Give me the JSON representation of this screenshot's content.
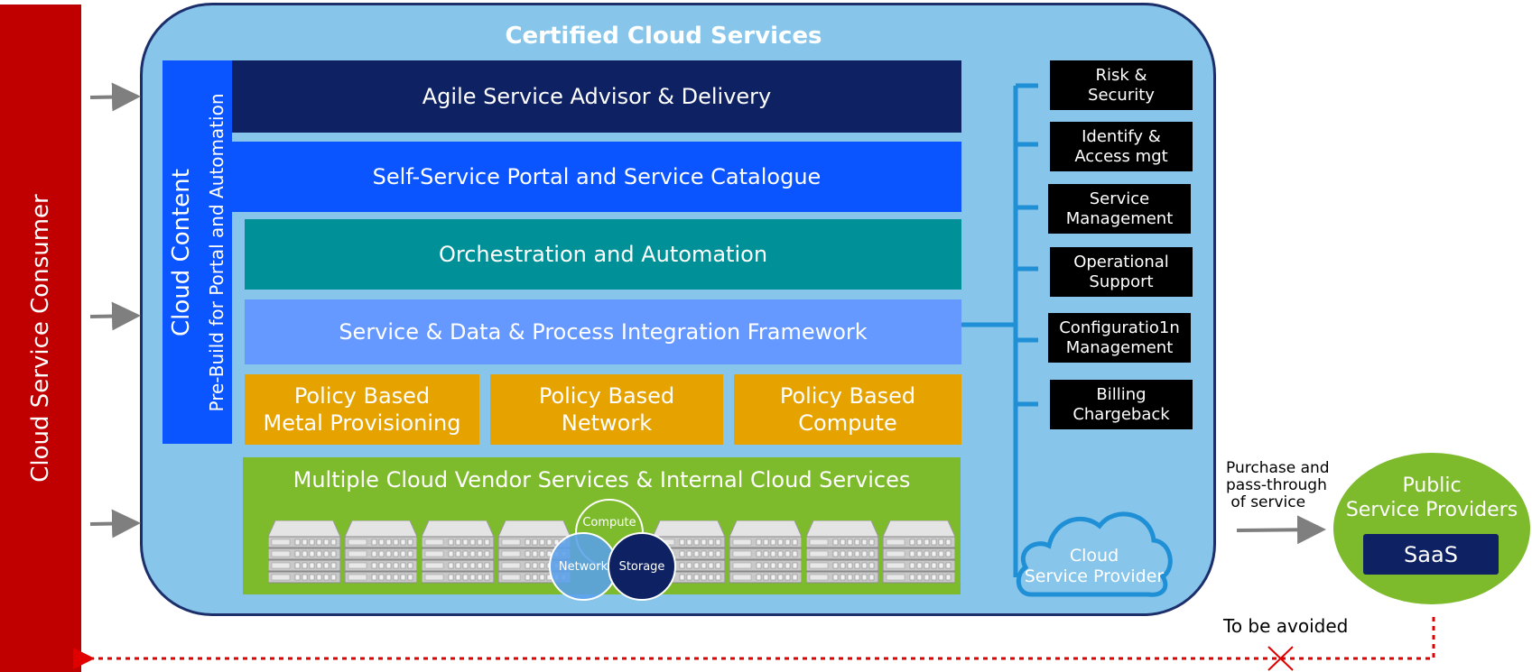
{
  "consumer": {
    "label": "Cloud Service Consumer"
  },
  "main": {
    "title": "Certified Cloud Services",
    "cloud_content": "Cloud Content",
    "prebuild": "Pre-Build for Portal and Automation",
    "bands": {
      "agile": "Agile Service Advisor & Delivery",
      "portal": "Self-Service Portal and Service Catalogue",
      "orchestration": "Orchestration and Automation",
      "integration": "Service & Data & Process Integration Framework"
    },
    "policy": {
      "metal_line1": "Policy Based",
      "metal_line2": "Metal Provisioning",
      "network_line1": "Policy Based",
      "network_line2": "Network",
      "compute_line1": "Policy Based",
      "compute_line2": "Compute"
    },
    "vendor": "Multiple Cloud Vendor Services & Internal Cloud Services",
    "circles": {
      "compute": "Compute",
      "network": "Network",
      "storage": "Storage"
    }
  },
  "side_boxes": [
    {
      "line1": "Risk &",
      "line2": "Security"
    },
    {
      "line1": "Identify &",
      "line2": "Access mgt"
    },
    {
      "line1": "Service",
      "line2": "Management"
    },
    {
      "line1": "Operational",
      "line2": "Support"
    },
    {
      "line1": "Configuratio1n",
      "line2": "Management"
    },
    {
      "line1": "Billing",
      "line2": "Chargeback"
    }
  ],
  "cloud_provider": {
    "line1": "Cloud",
    "line2": "Service Provider"
  },
  "purchase": {
    "line1": "Purchase and",
    "line2": "pass-through",
    "line3": " of service"
  },
  "public": {
    "line1": "Public",
    "line2": "Service Providers",
    "saas": "SaaS"
  },
  "avoid": "To be avoided",
  "colors": {
    "consumer_red": "#c00000",
    "panel_blue": "#87c6ea",
    "navy": "#0e2263",
    "bright_blue": "#0a55ff",
    "teal": "#009097",
    "light_blue": "#6699ff",
    "amber": "#e6a300",
    "green": "#7dba2c",
    "tree_blue": "#1f8fd6"
  },
  "icons": [
    "server-rack-icon",
    "cloud-icon",
    "arrow-left-icon",
    "cross-icon"
  ]
}
